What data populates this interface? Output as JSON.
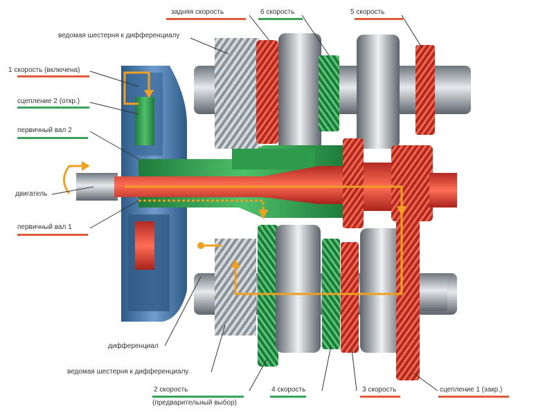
{
  "colors": {
    "red": "#e05a3a",
    "green": "#3aa35a",
    "orange": "#f0a020",
    "steel": "#9aa3ab",
    "blue": "#3f6fa0"
  },
  "labels": {
    "reverse": "задняя скорость",
    "sixth": "6 скорость",
    "fifth": "5 скорость",
    "driven_gear_top": "ведомая шестерня к дифференциалу",
    "first_engaged": "1 скорость (включена)",
    "clutch2": "сцепление 2 (откр.)",
    "input_shaft2": "первичный вал 2",
    "engine": "двигатель",
    "input_shaft1": "первичный вал 1",
    "differential": "дифференциал",
    "driven_gear_bottom": "ведомая шестерня к дифференциалу",
    "second": "2 скорость",
    "second_sub": "(предварительный выбор)",
    "fourth": "4 скорость",
    "third": "3 скорость",
    "clutch1": "сцепление 1 (закр.)"
  }
}
